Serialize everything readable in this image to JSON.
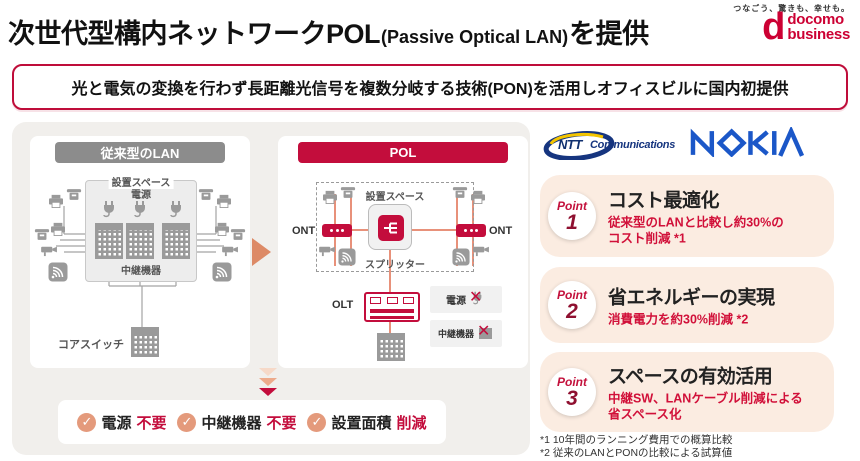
{
  "tagline": "つなごう、驚きも、幸せも。",
  "logo": {
    "mark": "d",
    "line1": "docomo",
    "line2": "business"
  },
  "title": {
    "main": "次世代型構内ネットワークPOL",
    "paren": "(Passive Optical LAN)",
    "suffix": "を提供"
  },
  "banner": "光と電気の変換を行わず長距離光信号を複数分岐する技術(PON)を活用しオフィスビルに国内初提供",
  "legacy": {
    "header": "従来型のLAN",
    "space": "設置スペース",
    "power": "電源",
    "relay": "中継機器",
    "core": "コアスイッチ"
  },
  "pol": {
    "header": "POL",
    "space": "設置スペース",
    "splitter": "スプリッター",
    "ont_left": "ONT",
    "ont_right": "ONT",
    "olt": "OLT",
    "legend": [
      {
        "label": "電源"
      },
      {
        "label": "中継機器"
      }
    ]
  },
  "benefits": [
    {
      "plain": "電源",
      "highlight": "不要"
    },
    {
      "plain": "中継機器",
      "highlight": "不要"
    },
    {
      "plain": "設置面積",
      "highlight": "削減"
    }
  ],
  "partners": {
    "ntt_bold": "NTT",
    "ntt_rest": "Communications",
    "nokia": "NOKIA"
  },
  "points": [
    {
      "badge": "Point",
      "num": "1",
      "title": "コスト最適化",
      "line1": "従来型のLANと比較し約30%の",
      "line2": "コスト削減 *1"
    },
    {
      "badge": "Point",
      "num": "2",
      "title": "省エネルギーの実現",
      "line1": "消費電力を約30%削減 *2",
      "line2": ""
    },
    {
      "badge": "Point",
      "num": "3",
      "title": "スペースの有効活用",
      "line1": "中継SW、LANケーブル削減による",
      "line2": "省スペース化"
    }
  ],
  "footnotes": [
    "*1 10年間のランニング費用での概算比較",
    "*2 従来のLANとPONの比較による試算値"
  ],
  "colors": {
    "accent": "#c30d3c",
    "salmon": "#e08a67",
    "docomo_red": "#cc0033",
    "ntt_blue": "#16357f",
    "nokia_blue": "#1b57c8"
  }
}
